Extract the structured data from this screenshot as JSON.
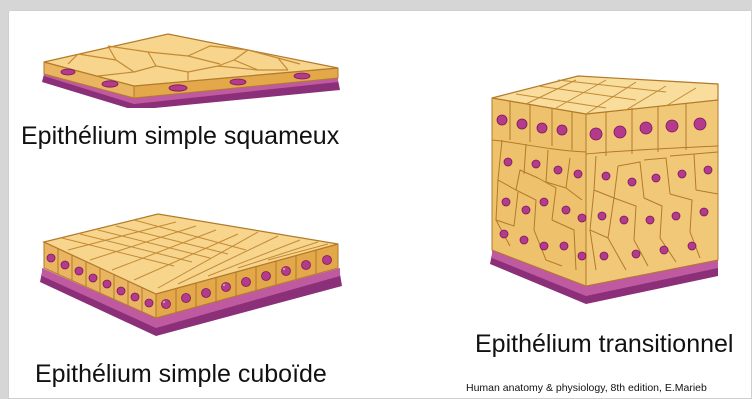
{
  "captions": {
    "squamous": "Epithélium simple squameux",
    "cuboidal": "Epithélium simple cuboïde",
    "transitional": "Epithélium transitionnel"
  },
  "credit": "Human anatomy & physiology, 8th edition, E.Marieb",
  "colors": {
    "cell_fill": "#f7d58c",
    "cell_shade": "#e2a84a",
    "cell_outline": "#b27a2a",
    "nucleus": "#b43a8c",
    "nucleus_core": "#7a1a5c",
    "basement_membrane": "#8a2f78"
  },
  "icons": [
    "squamous-epithelium-illustration",
    "cuboidal-epithelium-illustration",
    "transitional-epithelium-illustration"
  ]
}
